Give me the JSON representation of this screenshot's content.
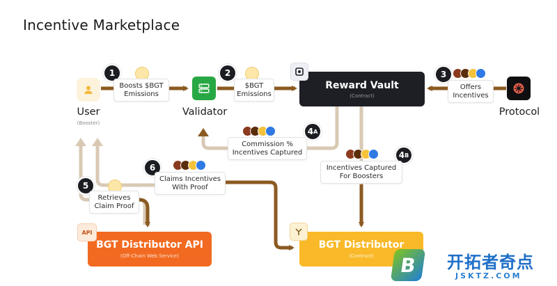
{
  "title": "Incentive Marketplace",
  "nodes": {
    "user": {
      "label": "User",
      "sub": "(Booster)"
    },
    "validator": {
      "label": "Validator"
    },
    "reward_vault": {
      "label": "Reward Vault",
      "sub": "(Contract)"
    },
    "protocol": {
      "label": "Protocol"
    },
    "bgt_distributor_api": {
      "label": "BGT Distributor API",
      "sub": "(Off-Chain Web Service)",
      "badge": "API"
    },
    "bgt_distributor": {
      "label": "BGT Distributor",
      "sub": "(Contract)"
    }
  },
  "steps": {
    "s1": {
      "num": "1",
      "line1": "Boosts $BGT",
      "line2": "Emissions"
    },
    "s2": {
      "num": "2",
      "line1": "$BGT",
      "line2": "Emissions"
    },
    "s3": {
      "num": "3",
      "line1": "Offers",
      "line2": "Incentives"
    },
    "s4a": {
      "num": "4",
      "suffix": "A",
      "line1": "Commission %",
      "line2": "Incentives Captured"
    },
    "s4b": {
      "num": "4",
      "suffix": "B",
      "line1": "Incentives Captured",
      "line2": "For Boosters"
    },
    "s5": {
      "num": "5",
      "line1": "Retrieves",
      "line2": "Claim Proof"
    },
    "s6": {
      "num": "6",
      "line1": "Claims Incentives",
      "line2": "With Proof"
    }
  },
  "watermark": {
    "brand": "开拓者奇点",
    "url": "JSKTZ.COM",
    "logo_letter": "B"
  },
  "colors": {
    "arrow_brown": "#8b5a22",
    "arrow_light": "#d9c9b4",
    "vault_bg": "#1e1f25",
    "validator_green": "#27a844",
    "api_orange": "#f26a21",
    "distributor_yellow": "#f9b928"
  }
}
